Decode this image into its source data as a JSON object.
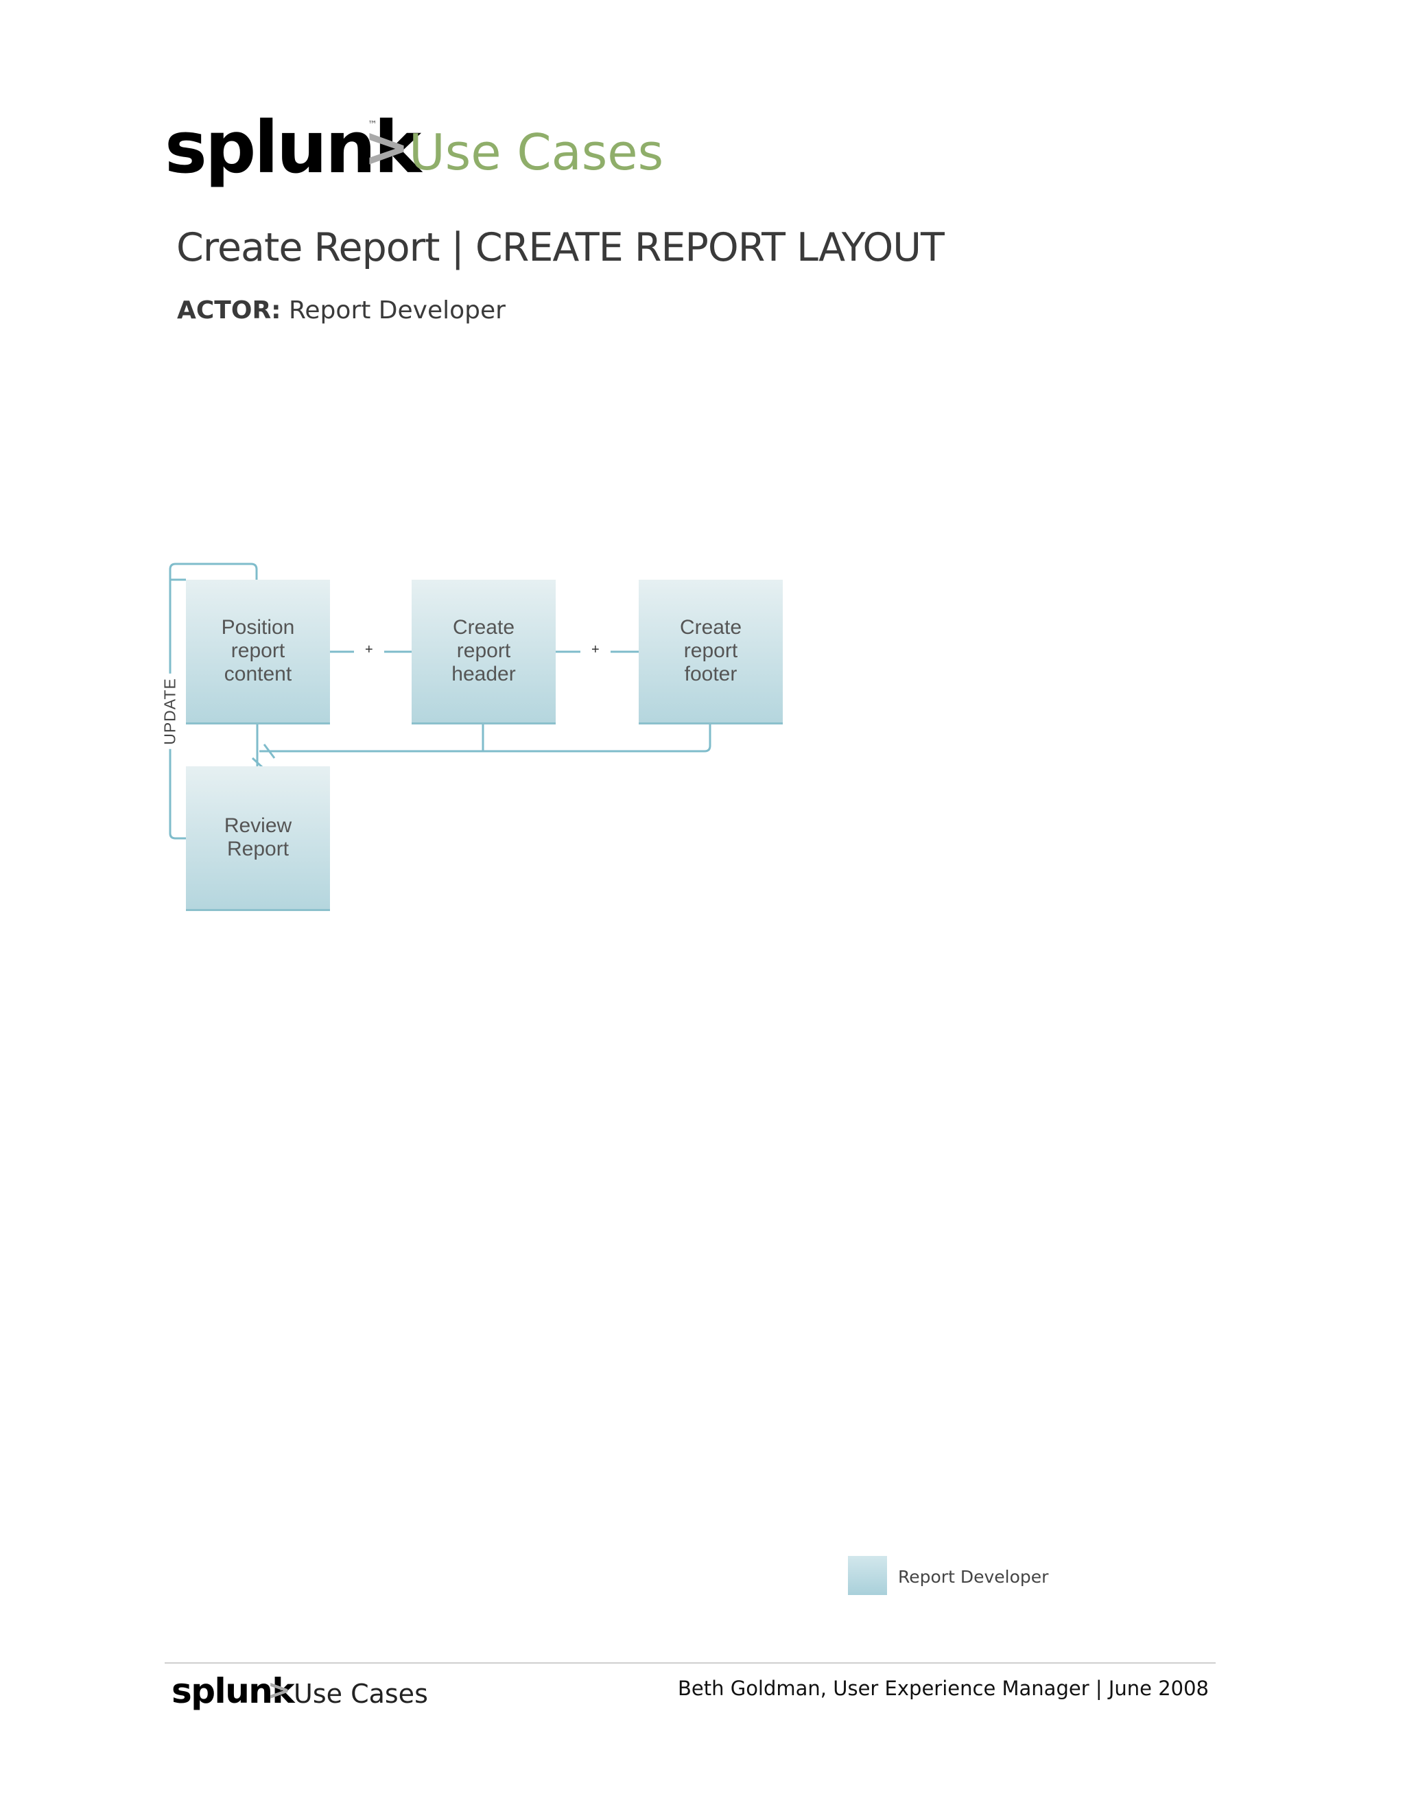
{
  "header": {
    "logo_text": "splunk",
    "logo_tm": "™",
    "separator": ">",
    "section": "Use Cases"
  },
  "title": "Create Report | CREATE REPORT LAYOUT",
  "actor": {
    "label": "ACTOR:",
    "value": "Report Developer"
  },
  "diagram": {
    "nodes": [
      {
        "id": "position",
        "label": "Position\nreport\ncontent"
      },
      {
        "id": "header",
        "label": "Create\nreport\nheader"
      },
      {
        "id": "footer",
        "label": "Create\nreport\nfooter"
      },
      {
        "id": "review",
        "label": "Review\nReport"
      }
    ],
    "connectors": [
      "+",
      "+"
    ],
    "loop_label": "UPDATE"
  },
  "legend": {
    "label": "Report Developer",
    "color": "#b5d6de"
  },
  "footer": {
    "logo_text": "splunk",
    "separator": ">",
    "section": "Use Cases",
    "credit": "Beth Goldman, User Experience Manager | June 2008"
  }
}
